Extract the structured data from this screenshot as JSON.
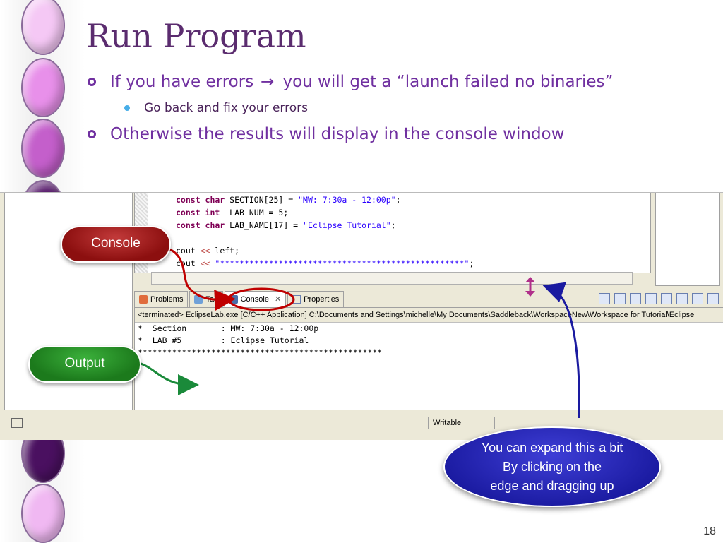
{
  "slide": {
    "title": "Run Program",
    "bullets": [
      {
        "text_before": "If you have errors",
        "arrow": "→",
        "text_after": "you will get a “launch failed no binaries”"
      },
      {
        "text": "Otherwise the results will display in the console window"
      }
    ],
    "sub_bullet": "Go back and fix your errors",
    "page_number": "18"
  },
  "editor": {
    "lines": [
      {
        "kw": "const char",
        "rest": " SECTION[25] = ",
        "str": "\"MW: 7:30a - 12:00p\"",
        "end": ";"
      },
      {
        "kw": "const int",
        "rest": "  LAB_NUM = 5;",
        "str": "",
        "end": ""
      },
      {
        "kw": "const char",
        "rest": " LAB_NAME[17] = ",
        "str": "\"Eclipse Tutorial\"",
        "end": ";"
      },
      {
        "kw": "",
        "rest": "cout ",
        "op": "<<",
        "rest2": " left;"
      },
      {
        "kw": "",
        "rest": "cout ",
        "op": "<<",
        "str": " \"**************************************************\"",
        "end": ";"
      }
    ]
  },
  "tabs": [
    {
      "label": "Problems",
      "icon": "problems-icon"
    },
    {
      "label": "Tas",
      "icon": "tasks-icon"
    },
    {
      "label": "Console",
      "icon": "console-icon",
      "active": true,
      "close": "✕"
    },
    {
      "label": "Properties",
      "icon": "properties-icon"
    }
  ],
  "console": {
    "terminated": "<terminated> EclipseLab.exe [C/C++ Application] C:\\Documents and Settings\\michelle\\My Documents\\Saddleback\\WorkspaceNew\\Workspace for Tutorial\\Eclipse",
    "output": [
      "*  Section       : MW: 7:30a - 12:00p",
      "*  LAB #5        : Eclipse Tutorial",
      "**************************************************"
    ]
  },
  "status": {
    "writable": "Writable"
  },
  "callouts": {
    "console": "Console",
    "output": "Output",
    "expand_lines": [
      "You can expand this a bit",
      "By clicking on the",
      "edge and dragging up"
    ]
  },
  "colors": {
    "title": "#5b2c6f",
    "bullet": "#7030a0",
    "console_pill": "#a01d1d",
    "output_pill": "#238823",
    "expand_pill": "#2323b8",
    "arrow_red": "#c00000",
    "arrow_green": "#1a8a3a",
    "arrow_blue": "#1a1aa0"
  },
  "icons": {
    "resize": "double-arrow-icon"
  }
}
